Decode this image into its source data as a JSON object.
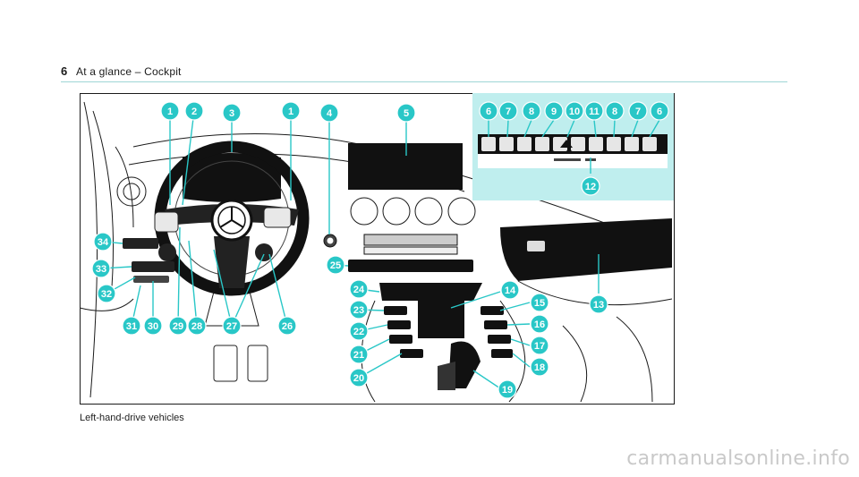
{
  "header": {
    "page_number": "6",
    "title": "At a glance – Cockpit"
  },
  "figure": {
    "caption": "Left-hand-drive vehicles",
    "accent_color": "#29c7c7",
    "inset_background": "#bfeeee"
  },
  "watermark": "carmanualsonline.info",
  "callouts": [
    "1",
    "2",
    "3",
    "1",
    "4",
    "5",
    "6",
    "7",
    "8",
    "9",
    "10",
    "11",
    "8",
    "7",
    "6",
    "12",
    "13",
    "14",
    "15",
    "16",
    "17",
    "18",
    "19",
    "20",
    "21",
    "22",
    "23",
    "24",
    "25",
    "26",
    "27",
    "28",
    "29",
    "30",
    "31",
    "32",
    "33",
    "34"
  ]
}
